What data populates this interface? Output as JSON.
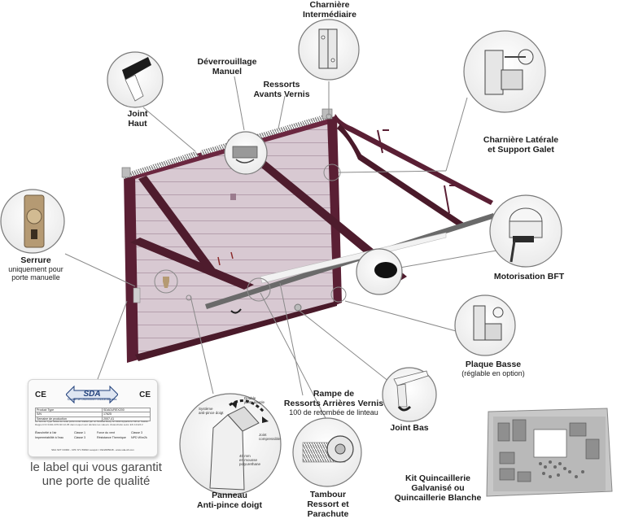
{
  "labels": {
    "charniere_inter": "Charnière\nIntermédiaire",
    "deverrouillage": "Déverrouillage\nManuel",
    "ressorts_avants": "Ressorts\nAvants Vernis",
    "joint_haut": "Joint\nHaut",
    "charniere_laterale": "Charnière Latérale\net Support Galet",
    "serrure_title": "Serrure",
    "serrure_sub": "uniquement pour\nporte manuelle",
    "motorisation": "Motorisation BFT",
    "plaque_title": "Plaque Basse",
    "plaque_sub": "(réglable en option)",
    "rampe_title": "Rampe de\nRessorts Arrières Vernis",
    "rampe_sub": "100 de retombée de linteau",
    "joint_bas": "Joint Bas",
    "panneau": "Panneau\nAnti-pince doigt",
    "tambour": "Tambour\nRessort et\nParachute",
    "kit": "Kit Quincaillerie\nGalvanisé ou\nQuincaillerie Blanche"
  },
  "tagline": {
    "line1": "le label qui vous garantit",
    "line2": "une porte de qualité"
  },
  "panel_detail": {
    "double": "Double\njoints souple",
    "systeme": "Système\nanti-pince doigt",
    "joint": "Joint\ncompressible",
    "mousse": "40 mm\nen mousse\npolyurethane"
  },
  "card": {
    "ce_left": "CE",
    "ce_right": "CE",
    "logo": "SDA",
    "logo_sub": "Société de Distribution d'Automatismes",
    "rows": [
      [
        "Product Type",
        "SDA01/REX200"
      ],
      [
        "S/N",
        "17625"
      ],
      [
        "Semaine de production",
        "2007-41"
      ]
    ],
    "fine": "La Test de Type utilisé de cette porte a été réalisé par un Notified Body Nr 0402 Apparté le NR en Suède. Rapport Nr 0402-CPD-90 22-95 dans lequel sont déclaré tes valeurs d'étanchéité selon EN 12424:2",
    "grid": [
      [
        "Étanchéité à l'air",
        "Classe 1",
        "Force du vent",
        "Classe 3"
      ],
      [
        "Imperméabilité à l'eau",
        "Classe 3",
        "Résistance Thermique",
        "NPD W/m2k"
      ]
    ],
    "footer": "SDA SFT NORD - CPF N°1 59810 Lesquin / 0322085048 - www.sda-sft.com"
  },
  "colors": {
    "frame": "#5a1f34",
    "panel": "#d9cbd3",
    "rail": "#4a1a2a",
    "spring": "#777777",
    "leader": "#8a8a8a"
  }
}
